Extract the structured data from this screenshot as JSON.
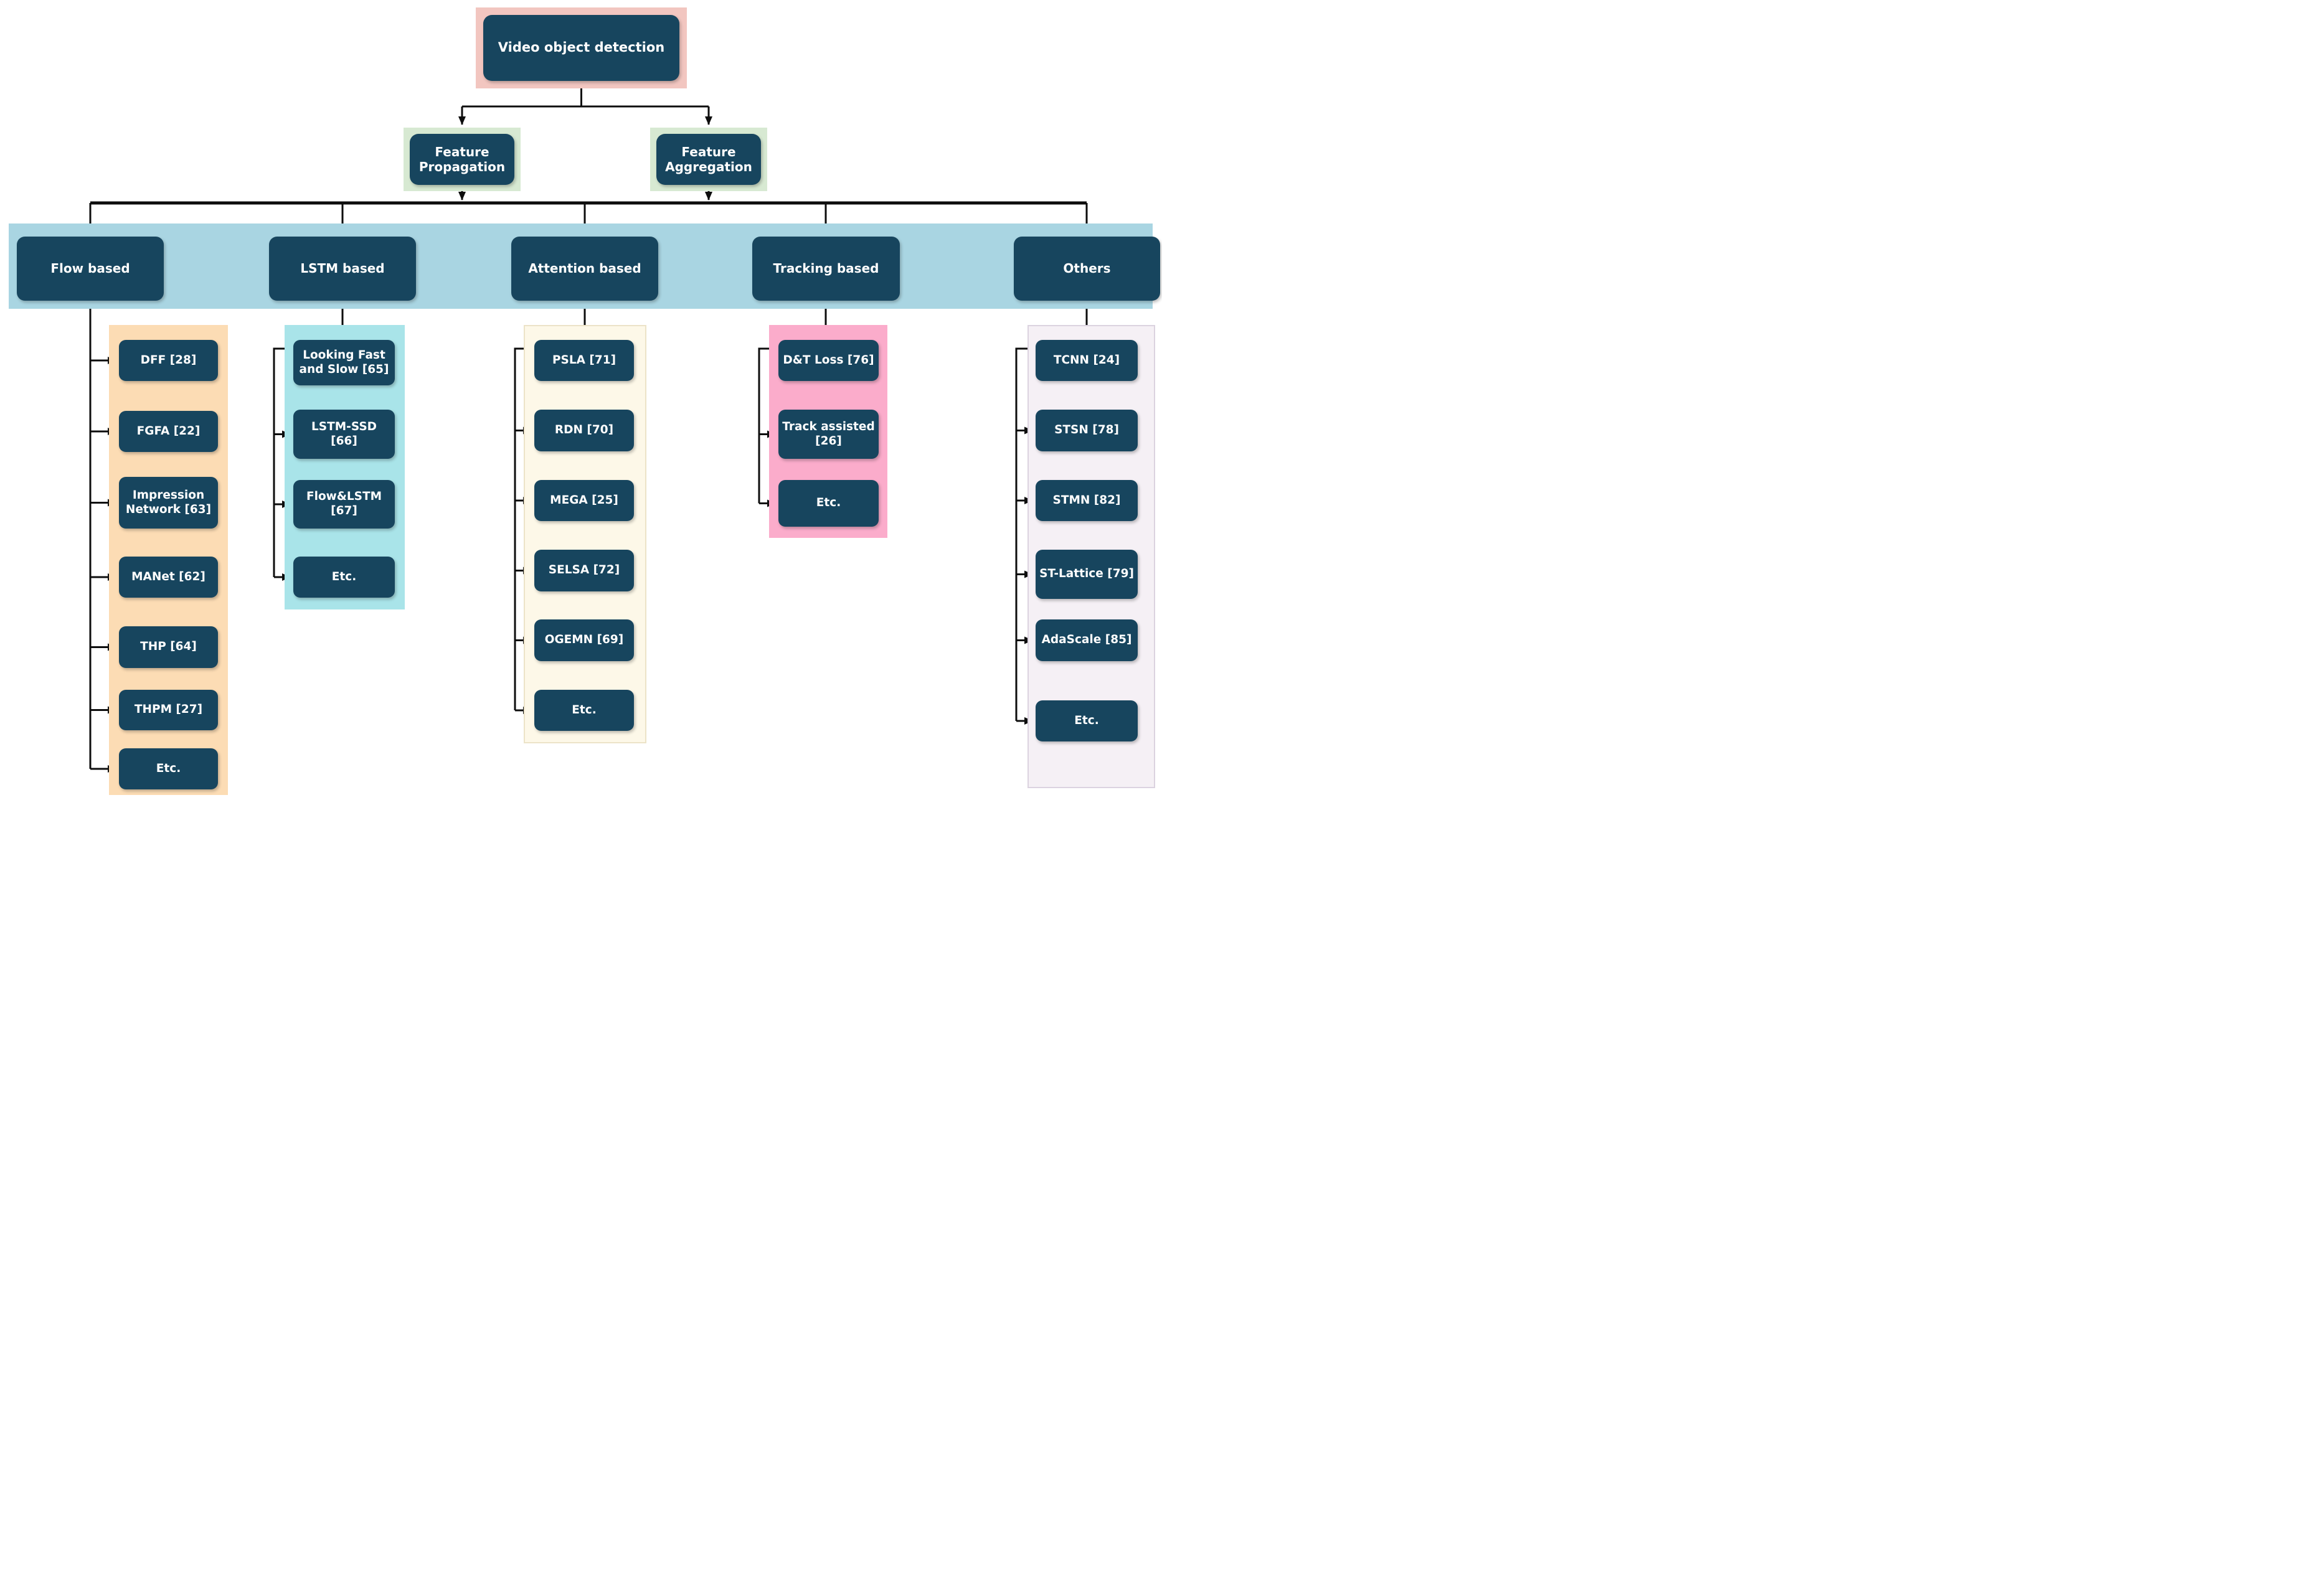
{
  "diagram": {
    "root": {
      "label": "Video object detection"
    },
    "level2": [
      {
        "id": "feature-propagation",
        "label": "Feature Propagation"
      },
      {
        "id": "feature-aggregation",
        "label": "Feature Aggregation"
      }
    ],
    "categories": [
      {
        "id": "flow-based",
        "label": "Flow based",
        "children": [
          "DFF [28]",
          "FGFA [22]",
          "Impression Network [63]",
          "MANet [62]",
          "THP [64]",
          "THPM [27]",
          "Etc."
        ]
      },
      {
        "id": "lstm-based",
        "label": "LSTM based",
        "children": [
          "Looking Fast and Slow [65]",
          "LSTM-SSD [66]",
          "Flow&LSTM [67]",
          "Etc."
        ]
      },
      {
        "id": "attention-based",
        "label": "Attention based",
        "children": [
          "PSLA [71]",
          "RDN [70]",
          "MEGA [25]",
          "SELSA [72]",
          "OGEMN [69]",
          "Etc."
        ]
      },
      {
        "id": "tracking-based",
        "label": "Tracking based",
        "children": [
          "D&T Loss [76]",
          "Track assisted [26]",
          "Etc."
        ]
      },
      {
        "id": "others",
        "label": "Others",
        "children": [
          "TCNN [24]",
          "STSN [78]",
          "STMN [82]",
          "ST-Lattice [79]",
          "AdaScale [85]",
          "Etc."
        ]
      }
    ]
  },
  "colors": {
    "node-bg": "#17455e",
    "node-text": "#ffffff",
    "root-wrapper": "#f2c6c0",
    "level2-wrapper": "#d7e9d2",
    "band": "#a9d5e2",
    "col-flow": "#fcdcb4",
    "col-lstm": "#a9e4e9",
    "col-attention": "#fdf8e8",
    "col-attention-border": "#ece3c8",
    "col-tracking": "#fbaccb",
    "col-others": "#f5f0f5",
    "col-others-border": "#dcd3e0",
    "connector": "#0d0d0d"
  }
}
